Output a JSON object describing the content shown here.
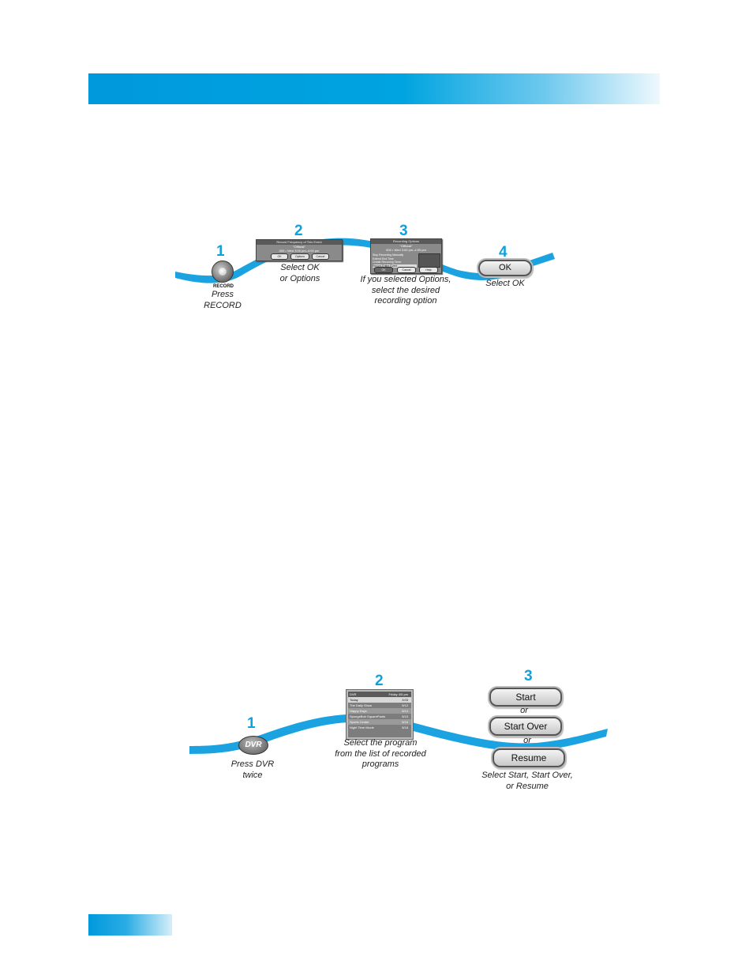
{
  "colors": {
    "accent": "#10a0dc",
    "ribbon": "#1aa3e0"
  },
  "flow1": {
    "steps": [
      {
        "num": "1",
        "button_label": "RECORD",
        "caption": [
          "Press",
          "RECORD"
        ]
      },
      {
        "num": "2",
        "caption": [
          "Select OK",
          "or Options"
        ],
        "dialog": {
          "title": "Record Frequency of This Event",
          "line1": "\"Offbeat\"",
          "line2": "000 • Wed 3:00 pm–4:00 pm",
          "buttons": [
            "OK",
            "Options",
            "Cancel"
          ]
        }
      },
      {
        "num": "3",
        "caption": [
          "If you selected Options,",
          "select the desired",
          "recording option"
        ],
        "dialog": {
          "title": "Recording Options",
          "line1": "\"Offbeat\"",
          "line2": "000 • Wed 3:00 pm–4:00 pm",
          "options": [
            "Stop Recording Manually",
            "Extend End Time",
            "Create Recurring Timer",
            "Record Entire Event"
          ],
          "buttons": [
            "OK",
            "Cancel",
            "Help"
          ]
        }
      },
      {
        "num": "4",
        "button_label": "OK",
        "caption": [
          "Select OK"
        ]
      }
    ]
  },
  "flow2": {
    "steps": [
      {
        "num": "1",
        "button_label": "DVR",
        "caption": [
          "Press DVR",
          "twice"
        ]
      },
      {
        "num": "2",
        "caption": [
          "Select the program",
          "from the list of recorded",
          "programs"
        ],
        "list": {
          "header_left": "DVR",
          "header_right": "Friday 4/5 pm",
          "rows": [
            {
              "label": "Today",
              "value": "3:03"
            },
            {
              "label": "The Daily Show",
              "value": "5/12"
            },
            {
              "label": "Happy Days",
              "value": "5/14"
            },
            {
              "label": "SpongeBob SquarePants",
              "value": "5/15"
            },
            {
              "label": "Sports Center",
              "value": "5/16"
            },
            {
              "label": "Night Time Movie",
              "value": "5/18"
            }
          ]
        }
      },
      {
        "num": "3",
        "buttons": [
          "Start",
          "Start Over",
          "Resume"
        ],
        "or_label": "or",
        "caption": [
          "Select Start, Start Over,",
          "or Resume"
        ]
      }
    ]
  }
}
